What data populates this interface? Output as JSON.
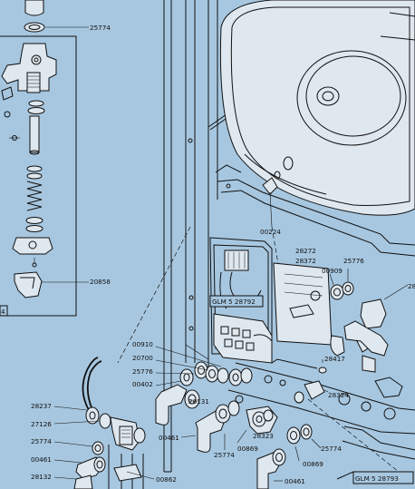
{
  "labels": {
    "p25774_top": "25774",
    "p20858": "20858",
    "p_corner4": "4",
    "p00224": "00224",
    "p28272": "28272",
    "p28372": "28372",
    "p00909": "00909",
    "p25776_right": "25776",
    "p_glm_mid": "GLM 5   28792",
    "p00910": "00910",
    "p20700": "20700",
    "p25776_left": "25776",
    "p00402": "00402",
    "p28417": "28417",
    "p28324": "28324",
    "p28131": "28131",
    "p28237": "28237",
    "p27126": "27126",
    "p25774_left": "25774",
    "p00461_left": "00461",
    "p28132": "28132",
    "p00862": "00862",
    "p00461_mid": "00461",
    "p00869_a": "00869",
    "p28323": "28323",
    "p25774_mid": "25774",
    "p25774_br": "25774",
    "p00869_b": "00869",
    "p00461_bot": "00461",
    "p_glm_bot": "GLM 5   28793",
    "p_right_edge": "28"
  }
}
